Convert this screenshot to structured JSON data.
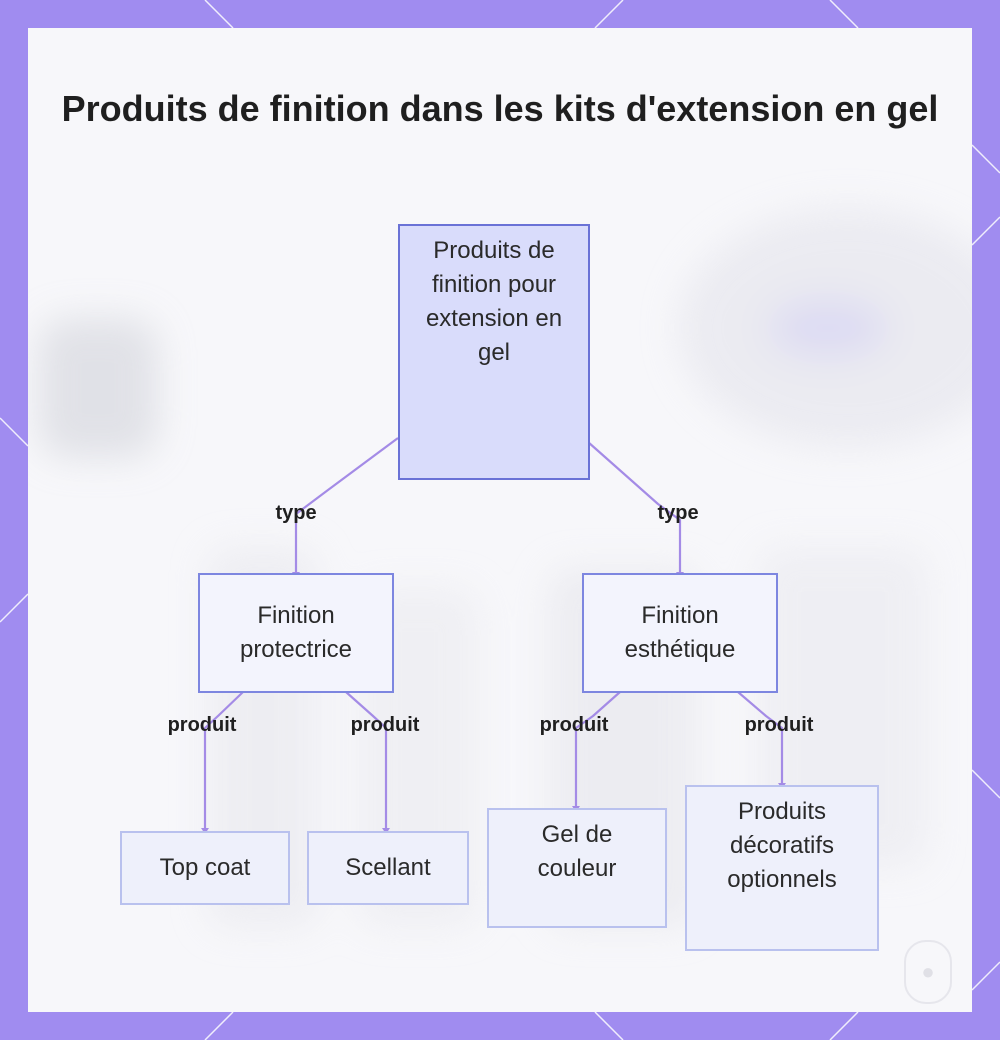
{
  "title": "Produits de finition dans les kits d'extension en gel",
  "root": {
    "label": "Produits de finition pour extension en gel"
  },
  "categories": [
    {
      "edge_label": "type",
      "label": "Finition protectrice",
      "products": [
        {
          "edge_label": "produit",
          "label": "Top coat"
        },
        {
          "edge_label": "produit",
          "label": "Scellant"
        }
      ]
    },
    {
      "edge_label": "type",
      "label": "Finition esthétique",
      "products": [
        {
          "edge_label": "produit",
          "label": "Gel de couleur"
        },
        {
          "edge_label": "produit",
          "label": "Produits décoratifs optionnels"
        }
      ]
    }
  ],
  "colors": {
    "frame": "#a08cf0",
    "connector": "#a48be6",
    "root_fill": "#d9dcfb",
    "root_border": "#6a72d6",
    "node_border": "#7d86e0",
    "leaf_border": "#b9c1ee"
  },
  "watermark_icon": "lock-icon"
}
